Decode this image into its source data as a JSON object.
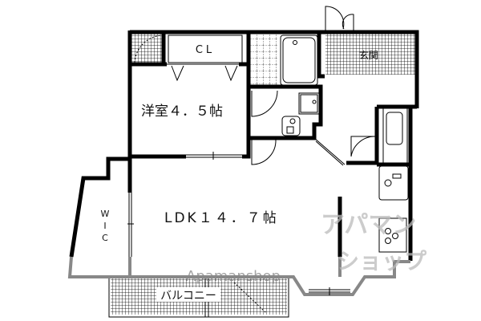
{
  "plan": {
    "rooms": {
      "western_room": "洋室４．５帖",
      "closet": "CL",
      "entrance": "玄関",
      "ldk": "LDK１４．７帖",
      "wic": [
        "W",
        "I",
        "C"
      ],
      "balcony": "バルコニー"
    },
    "watermark_text": "Apamanshop",
    "logo_text": [
      "アパマン",
      "ショップ"
    ]
  }
}
